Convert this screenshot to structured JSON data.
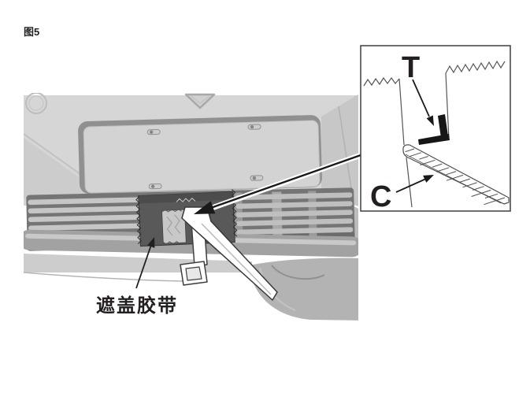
{
  "figure_label": "图5",
  "labels": {
    "masking_tape": "遮盖胶带",
    "tape_marker": "T",
    "tool_marker": "C"
  },
  "icons": {
    "leader_arrow": "solid-black-arrowhead",
    "masking_tape_arrow": "solid-black-arrowhead",
    "t_arrow": "solid-black-arrowhead",
    "c_arrow": "solid-black-arrowhead"
  },
  "colors": {
    "line_black": "#231f20",
    "body_gray": "#d6d6d6",
    "frame_gray": "#909090",
    "slat_dark": "#757575",
    "slat_light": "#c6c6c6",
    "tape_patch_dark": "#595959",
    "inner_tape_gray": "#c8c8c8",
    "tool_white": "#ffffff",
    "inset_border": "#4a4a4a"
  }
}
